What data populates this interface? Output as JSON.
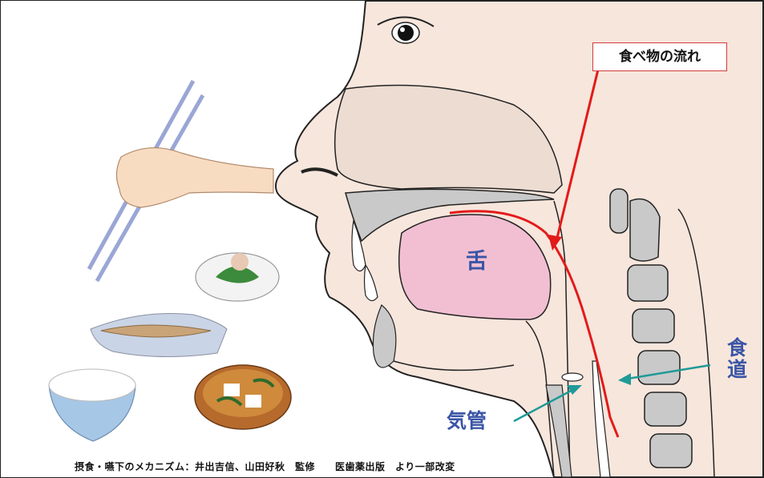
{
  "labels": {
    "food_flow": "食べ物の流れ",
    "tongue": "舌",
    "trachea": "気管",
    "esophagus_1": "食",
    "esophagus_2": "道"
  },
  "caption": "摂食・嚥下のメカニズム：井出吉信、山田好秋　監修　　医歯薬出版　より一部改変",
  "colors": {
    "flow_line": "#e31a1a",
    "pointer_arrow": "#1f9a98",
    "label_text": "#3a55a6",
    "skin": "#f7e6dc",
    "tongue": "#f2bfd2",
    "bone": "#c9c9c9"
  }
}
